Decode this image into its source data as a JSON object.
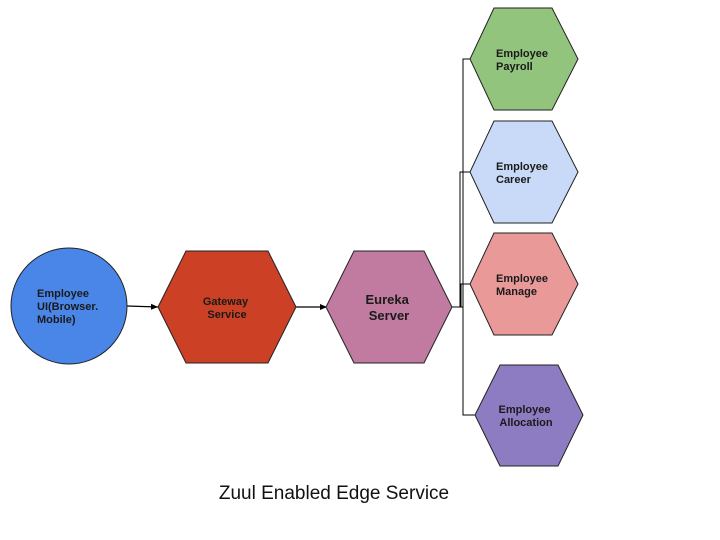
{
  "diagram": {
    "caption": "Zuul Enabled Edge Service",
    "nodes": {
      "client": {
        "lines": [
          "Employee",
          "UI(Browser.",
          "Mobile)"
        ],
        "color": "#4a86e8"
      },
      "gateway": {
        "lines": [
          "Gateway",
          "Service"
        ],
        "color": "#cc4125"
      },
      "eureka": {
        "lines": [
          "Eureka",
          "Server"
        ],
        "color": "#c27ba0"
      },
      "payroll": {
        "lines": [
          "Employee",
          "Payroll"
        ],
        "color": "#93c47d"
      },
      "career": {
        "lines": [
          "Employee",
          "Career"
        ],
        "color": "#c9daf8"
      },
      "manage": {
        "lines": [
          "Employee",
          "Manage"
        ],
        "color": "#ea9999"
      },
      "allocation": {
        "lines": [
          "Employee",
          "Allocation"
        ],
        "color": "#8e7cc3"
      }
    },
    "edges": [
      {
        "from": "client",
        "to": "gateway",
        "arrow": true
      },
      {
        "from": "gateway",
        "to": "eureka",
        "arrow": true
      },
      {
        "from": "eureka",
        "to": "payroll",
        "arrow": false
      },
      {
        "from": "eureka",
        "to": "career",
        "arrow": false
      },
      {
        "from": "eureka",
        "to": "manage",
        "arrow": false
      },
      {
        "from": "eureka",
        "to": "allocation",
        "arrow": false
      }
    ]
  }
}
